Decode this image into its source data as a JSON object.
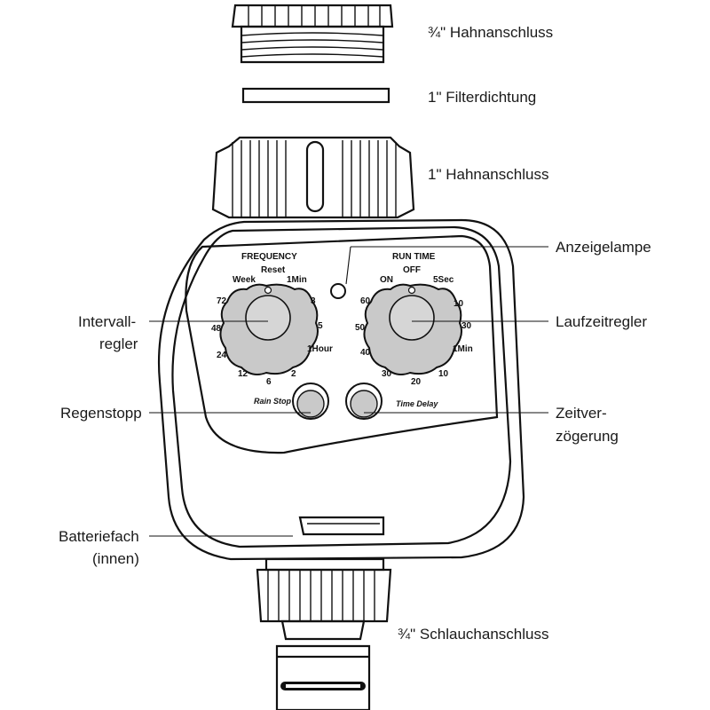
{
  "labels": {
    "tap_connector_small": "¾\" Hahnanschluss",
    "filter_seal": "1\" Filterdichtung",
    "tap_connector_large": "1\" Hahnanschluss",
    "indicator_lamp": "Anzeigelampe",
    "interval_controller_1": "Intervall-",
    "interval_controller_2": "regler",
    "runtime_controller": "Laufzeitregler",
    "rain_stop": "Regenstopp",
    "time_delay_1": "Zeitver-",
    "time_delay_2": "zögerung",
    "battery_1": "Batteriefach",
    "battery_2": "(innen)",
    "hose_connector": "¾\" Schlauchanschluss"
  },
  "panel": {
    "frequency_title": "FREQUENCY",
    "run_time_title": "RUN TIME",
    "frequency_ticks": {
      "reset": "Reset",
      "week": "Week",
      "min1": "1Min",
      "t72": "72",
      "t3": "3",
      "t48": "48",
      "t5": "5",
      "t24": "24",
      "hour1": "1Hour",
      "t12": "12",
      "t6": "6",
      "t2": "2"
    },
    "run_time_ticks": {
      "off": "OFF",
      "on": "ON",
      "sec5": "5Sec",
      "t60": "60",
      "t10a": "10",
      "t50": "50",
      "t30a": "30",
      "t40": "40",
      "min1": "1Min",
      "t30b": "30",
      "t20": "20",
      "t10b": "10"
    },
    "rain_stop_button": "Rain Stop",
    "time_delay_button": "Time Delay"
  }
}
